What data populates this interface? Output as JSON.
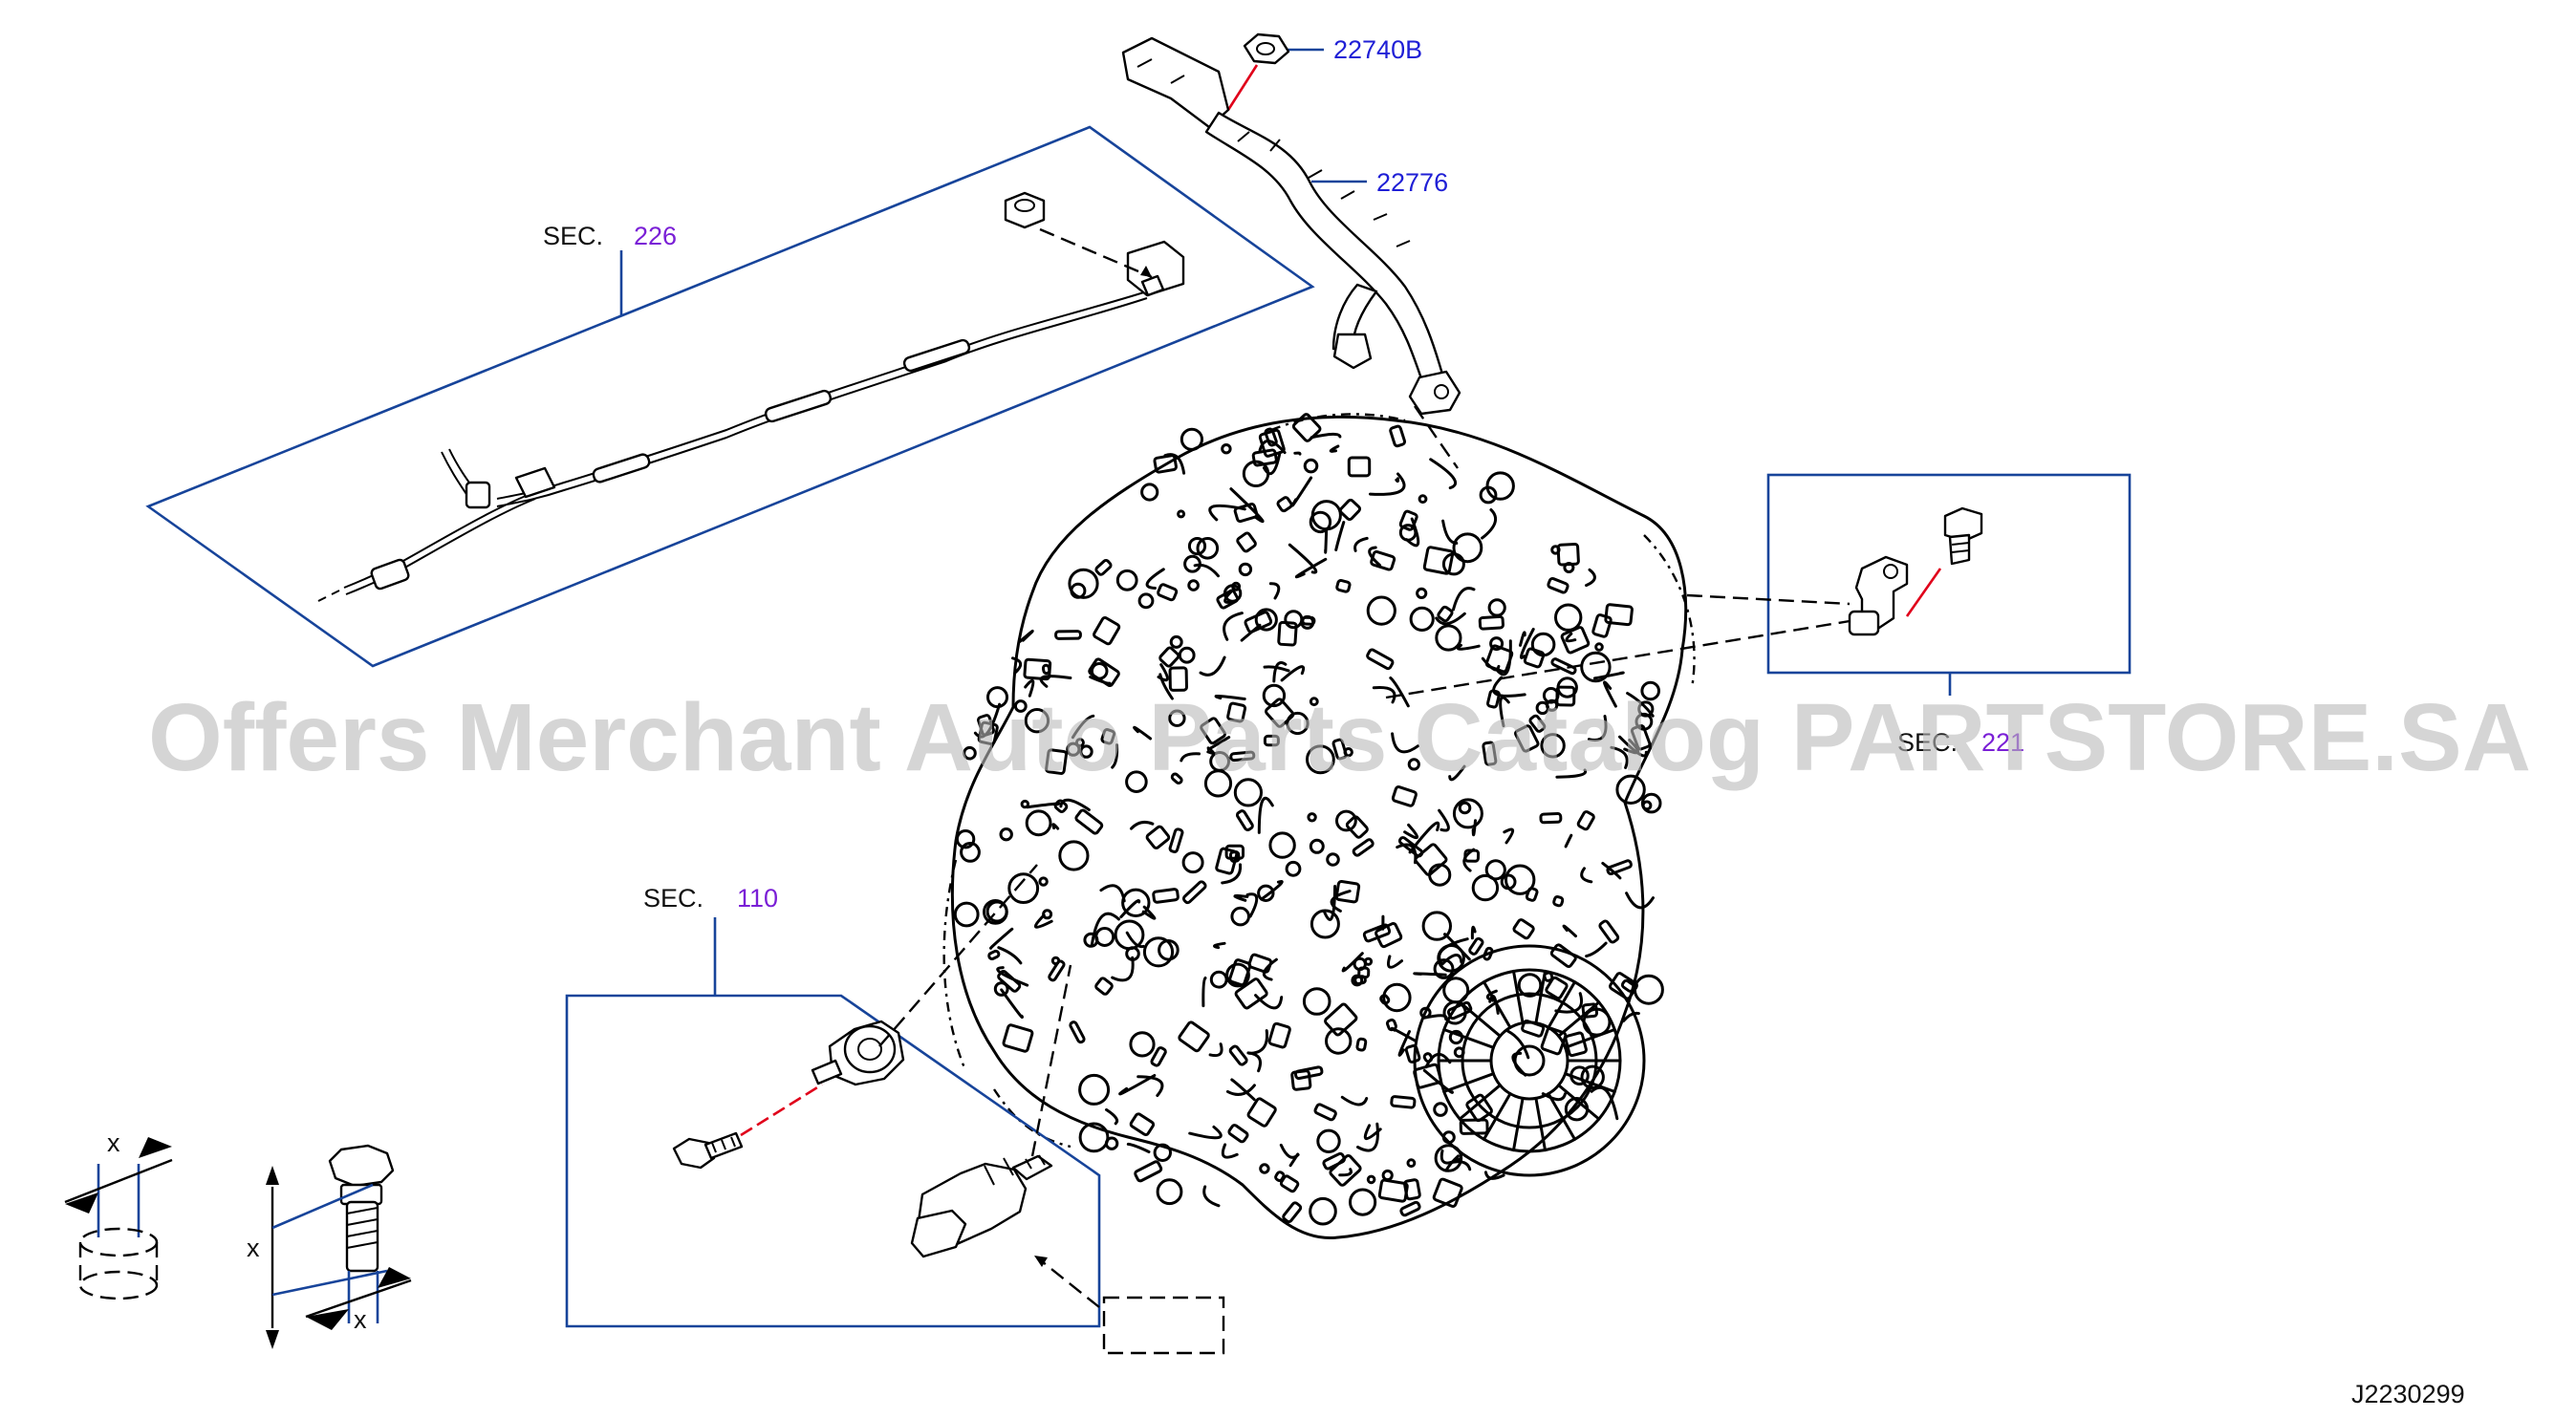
{
  "watermark": "Offers Merchant Auto Parts Catalog PARTSTORE.SA",
  "diagram_id": "J2230299",
  "sections": [
    {
      "prefix": "SEC.",
      "number": "226"
    },
    {
      "prefix": "SEC.",
      "number": "221"
    },
    {
      "prefix": "SEC.",
      "number": "110"
    }
  ],
  "part_numbers": [
    "22740B",
    "22776"
  ],
  "dimension_marker": "x",
  "colors": {
    "frame": "#17449a",
    "part_number": "#1f1fd6",
    "section_number": "#7a1fd6",
    "red_leader": "#e0001a"
  }
}
